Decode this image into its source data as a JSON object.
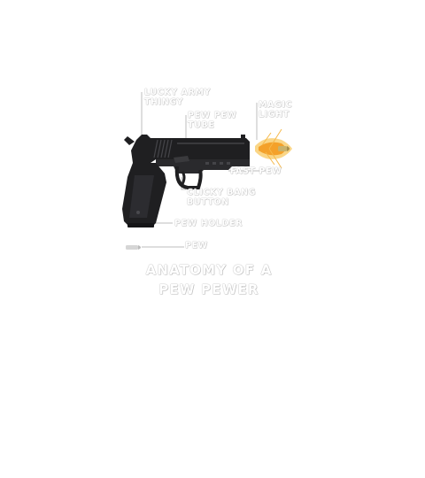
{
  "labels": {
    "lucky_army_thingy": [
      "LUCKY ARMY",
      "THINGY"
    ],
    "pew_pew_tube": [
      "PEW PEW",
      "TUBE"
    ],
    "magic_light": [
      "MAGIC",
      "LIGHT"
    ],
    "fast_pew": "FAST PEW",
    "clicky_bang_button": [
      "CLICKY BANG",
      "BUTTON"
    ],
    "pew_holder": "PEW HOLDER",
    "pew": "PEW"
  },
  "title": [
    "ANATOMY OF A",
    "PEW PEWER"
  ],
  "colors": {
    "pistol_body": "#1f1f21",
    "pistol_highlight": "#3a3a3d",
    "leader_line": "#bdbdbd",
    "muzzle_flash": "#f4a12a",
    "bullet": "#c9b26a"
  }
}
